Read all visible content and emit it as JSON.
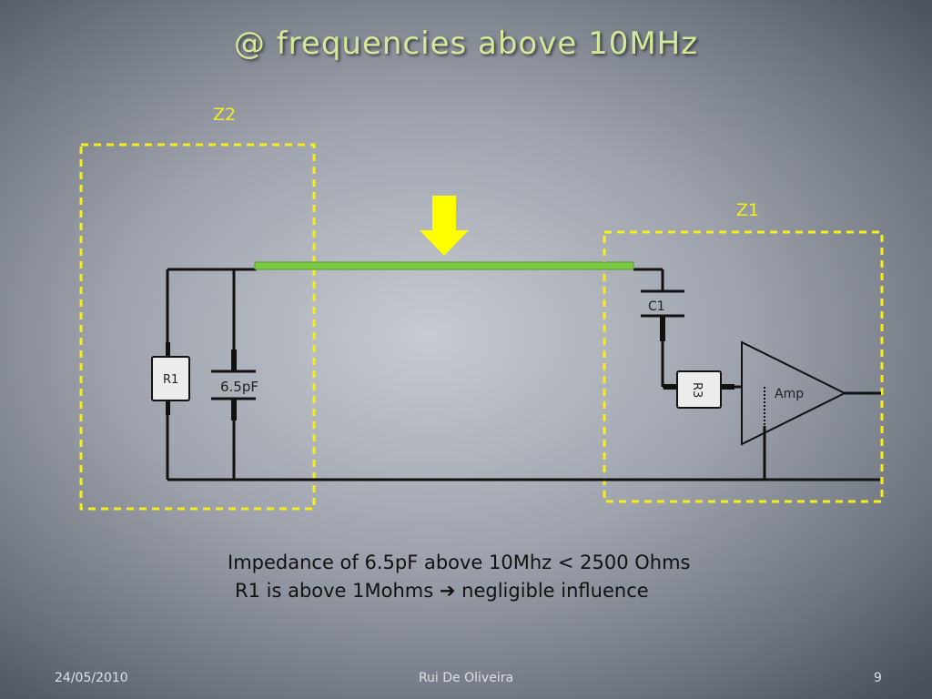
{
  "slide": {
    "title": "@ frequencies above 10MHz",
    "zones": {
      "z1": "Z1",
      "z2": "Z2"
    },
    "components": {
      "r1": "R1",
      "c_shunt": "6.5pF",
      "c1": "C1",
      "r3": "R3",
      "amp": "Amp"
    },
    "notes": {
      "line1": "Impedance of 6.5pF above 10Mhz < 2500 Ohms",
      "line2": "R1 is above 1Mohms ➔ negligible influence"
    },
    "footer": {
      "date": "24/05/2010",
      "author": "Rui De Oliveira",
      "page": "9"
    }
  },
  "colors": {
    "title": "#d4e89a",
    "zone_border": "#f5ee1a",
    "arrow": "#ffff00",
    "trace": "#7ac943",
    "wire": "#111111"
  },
  "icons": {
    "pointer": "down-arrow-icon"
  }
}
